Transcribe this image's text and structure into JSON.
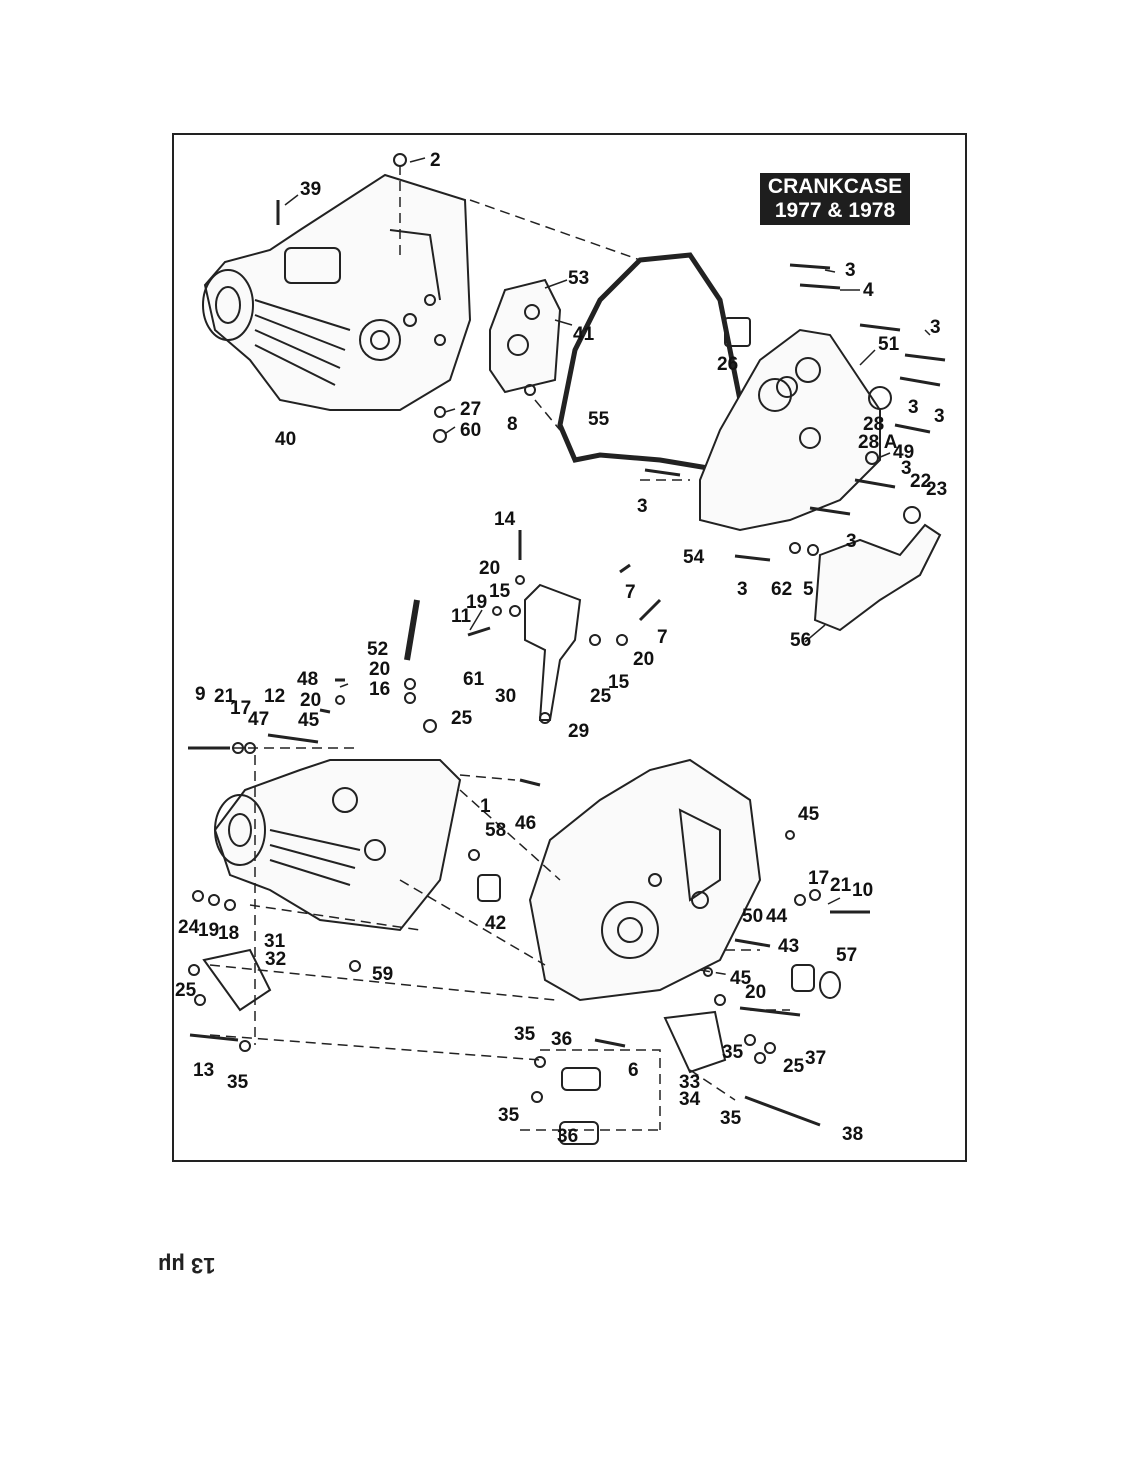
{
  "title": {
    "line1": "CRANKCASE",
    "line2": "1977 & 1978"
  },
  "page_number": "13 μμ",
  "callouts": [
    {
      "id": "c2",
      "text": "2"
    },
    {
      "id": "c39",
      "text": "39"
    },
    {
      "id": "c40",
      "text": "40"
    },
    {
      "id": "c27",
      "text": "27"
    },
    {
      "id": "c60",
      "text": "60"
    },
    {
      "id": "c53",
      "text": "53"
    },
    {
      "id": "c41",
      "text": "41"
    },
    {
      "id": "c8",
      "text": "8"
    },
    {
      "id": "c55",
      "text": "55"
    },
    {
      "id": "c3a",
      "text": "3"
    },
    {
      "id": "c4",
      "text": "4"
    },
    {
      "id": "c3b",
      "text": "3"
    },
    {
      "id": "c51",
      "text": "51"
    },
    {
      "id": "c26",
      "text": "26"
    },
    {
      "id": "c3c",
      "text": "3"
    },
    {
      "id": "c3d",
      "text": "3"
    },
    {
      "id": "c28",
      "text": "28"
    },
    {
      "id": "c28a",
      "text": "28 A"
    },
    {
      "id": "c49",
      "text": "49"
    },
    {
      "id": "c3e",
      "text": "3"
    },
    {
      "id": "c22",
      "text": "22"
    },
    {
      "id": "c23",
      "text": "23"
    },
    {
      "id": "c3f",
      "text": "3"
    },
    {
      "id": "c3g",
      "text": "3"
    },
    {
      "id": "c54",
      "text": "54"
    },
    {
      "id": "c3h",
      "text": "3"
    },
    {
      "id": "c62",
      "text": "62"
    },
    {
      "id": "c5",
      "text": "5"
    },
    {
      "id": "c56",
      "text": "56"
    },
    {
      "id": "c14",
      "text": "14"
    },
    {
      "id": "c20a",
      "text": "20"
    },
    {
      "id": "c19",
      "text": "19"
    },
    {
      "id": "c15a",
      "text": "15"
    },
    {
      "id": "c11",
      "text": "11"
    },
    {
      "id": "c7a",
      "text": "7"
    },
    {
      "id": "c7b",
      "text": "7"
    },
    {
      "id": "c20b",
      "text": "20"
    },
    {
      "id": "c52",
      "text": "52"
    },
    {
      "id": "c20c",
      "text": "20"
    },
    {
      "id": "c16",
      "text": "16"
    },
    {
      "id": "c61",
      "text": "61"
    },
    {
      "id": "c15b",
      "text": "15"
    },
    {
      "id": "c48",
      "text": "48"
    },
    {
      "id": "c20d",
      "text": "20"
    },
    {
      "id": "c30",
      "text": "30"
    },
    {
      "id": "c25a",
      "text": "25"
    },
    {
      "id": "c9",
      "text": "9"
    },
    {
      "id": "c21a",
      "text": "21"
    },
    {
      "id": "c12",
      "text": "12"
    },
    {
      "id": "c17a",
      "text": "17"
    },
    {
      "id": "c47",
      "text": "47"
    },
    {
      "id": "c45a",
      "text": "45"
    },
    {
      "id": "c25b",
      "text": "25"
    },
    {
      "id": "c29",
      "text": "29"
    },
    {
      "id": "c1",
      "text": "1"
    },
    {
      "id": "c46",
      "text": "46"
    },
    {
      "id": "c58",
      "text": "58"
    },
    {
      "id": "c45b",
      "text": "45"
    },
    {
      "id": "c17b",
      "text": "17"
    },
    {
      "id": "c21b",
      "text": "21"
    },
    {
      "id": "c10",
      "text": "10"
    },
    {
      "id": "c24",
      "text": "24"
    },
    {
      "id": "c19b",
      "text": "19"
    },
    {
      "id": "c18",
      "text": "18"
    },
    {
      "id": "c42",
      "text": "42"
    },
    {
      "id": "c50",
      "text": "50"
    },
    {
      "id": "c44",
      "text": "44"
    },
    {
      "id": "c31",
      "text": "31"
    },
    {
      "id": "c32",
      "text": "32"
    },
    {
      "id": "c43",
      "text": "43"
    },
    {
      "id": "c57",
      "text": "57"
    },
    {
      "id": "c59",
      "text": "59"
    },
    {
      "id": "c45c",
      "text": "45"
    },
    {
      "id": "c20e",
      "text": "20"
    },
    {
      "id": "c25c",
      "text": "25"
    },
    {
      "id": "c13",
      "text": "13"
    },
    {
      "id": "c35a",
      "text": "35"
    },
    {
      "id": "c35b",
      "text": "35"
    },
    {
      "id": "c36a",
      "text": "36"
    },
    {
      "id": "c6",
      "text": "6"
    },
    {
      "id": "c35c",
      "text": "35"
    },
    {
      "id": "c37",
      "text": "37"
    },
    {
      "id": "c25d",
      "text": "25"
    },
    {
      "id": "c33",
      "text": "33"
    },
    {
      "id": "c34",
      "text": "34"
    },
    {
      "id": "c35d",
      "text": "35"
    },
    {
      "id": "c35e",
      "text": "35"
    },
    {
      "id": "c36b",
      "text": "36"
    },
    {
      "id": "c38",
      "text": "38"
    }
  ]
}
